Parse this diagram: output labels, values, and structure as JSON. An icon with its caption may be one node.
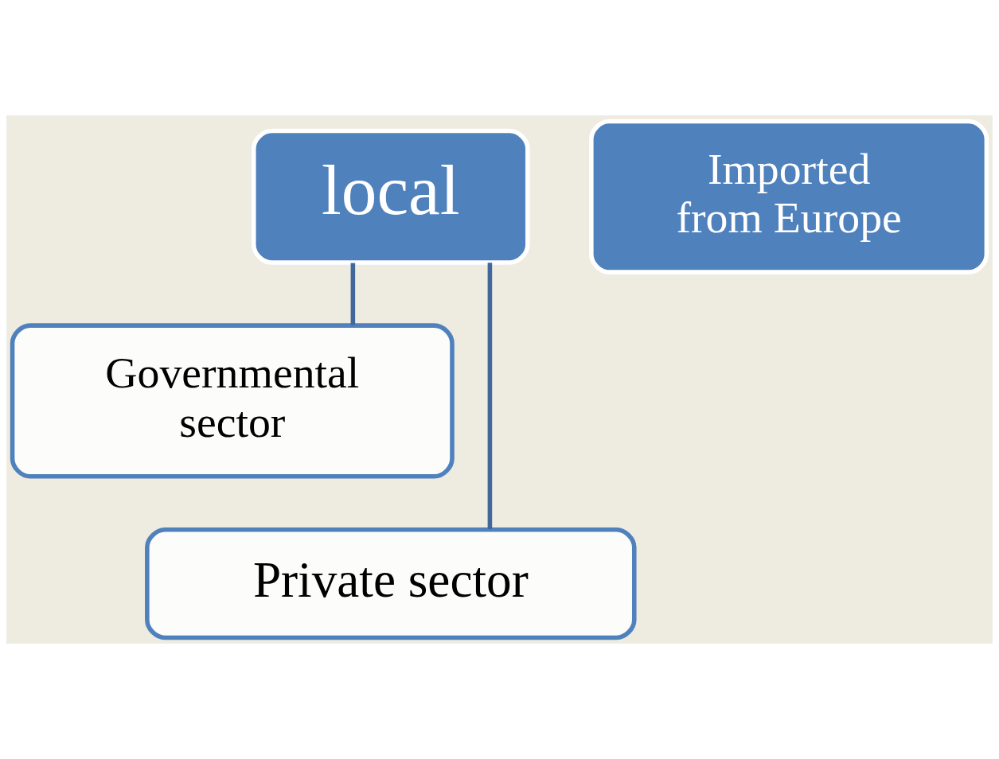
{
  "diagram": {
    "nodes": [
      {
        "text": [
          "local"
        ]
      },
      {
        "text": [
          "Imported from Europe"
        ]
      },
      {
        "text": [
          "Governmental sector"
        ]
      },
      {
        "text": [
          "Private sector"
        ]
      }
    ],
    "edges": [
      {
        "from": 0,
        "to": 2,
        "arrow": "none"
      },
      {
        "from": 0,
        "to": 3,
        "arrow": "none"
      }
    ]
  }
}
